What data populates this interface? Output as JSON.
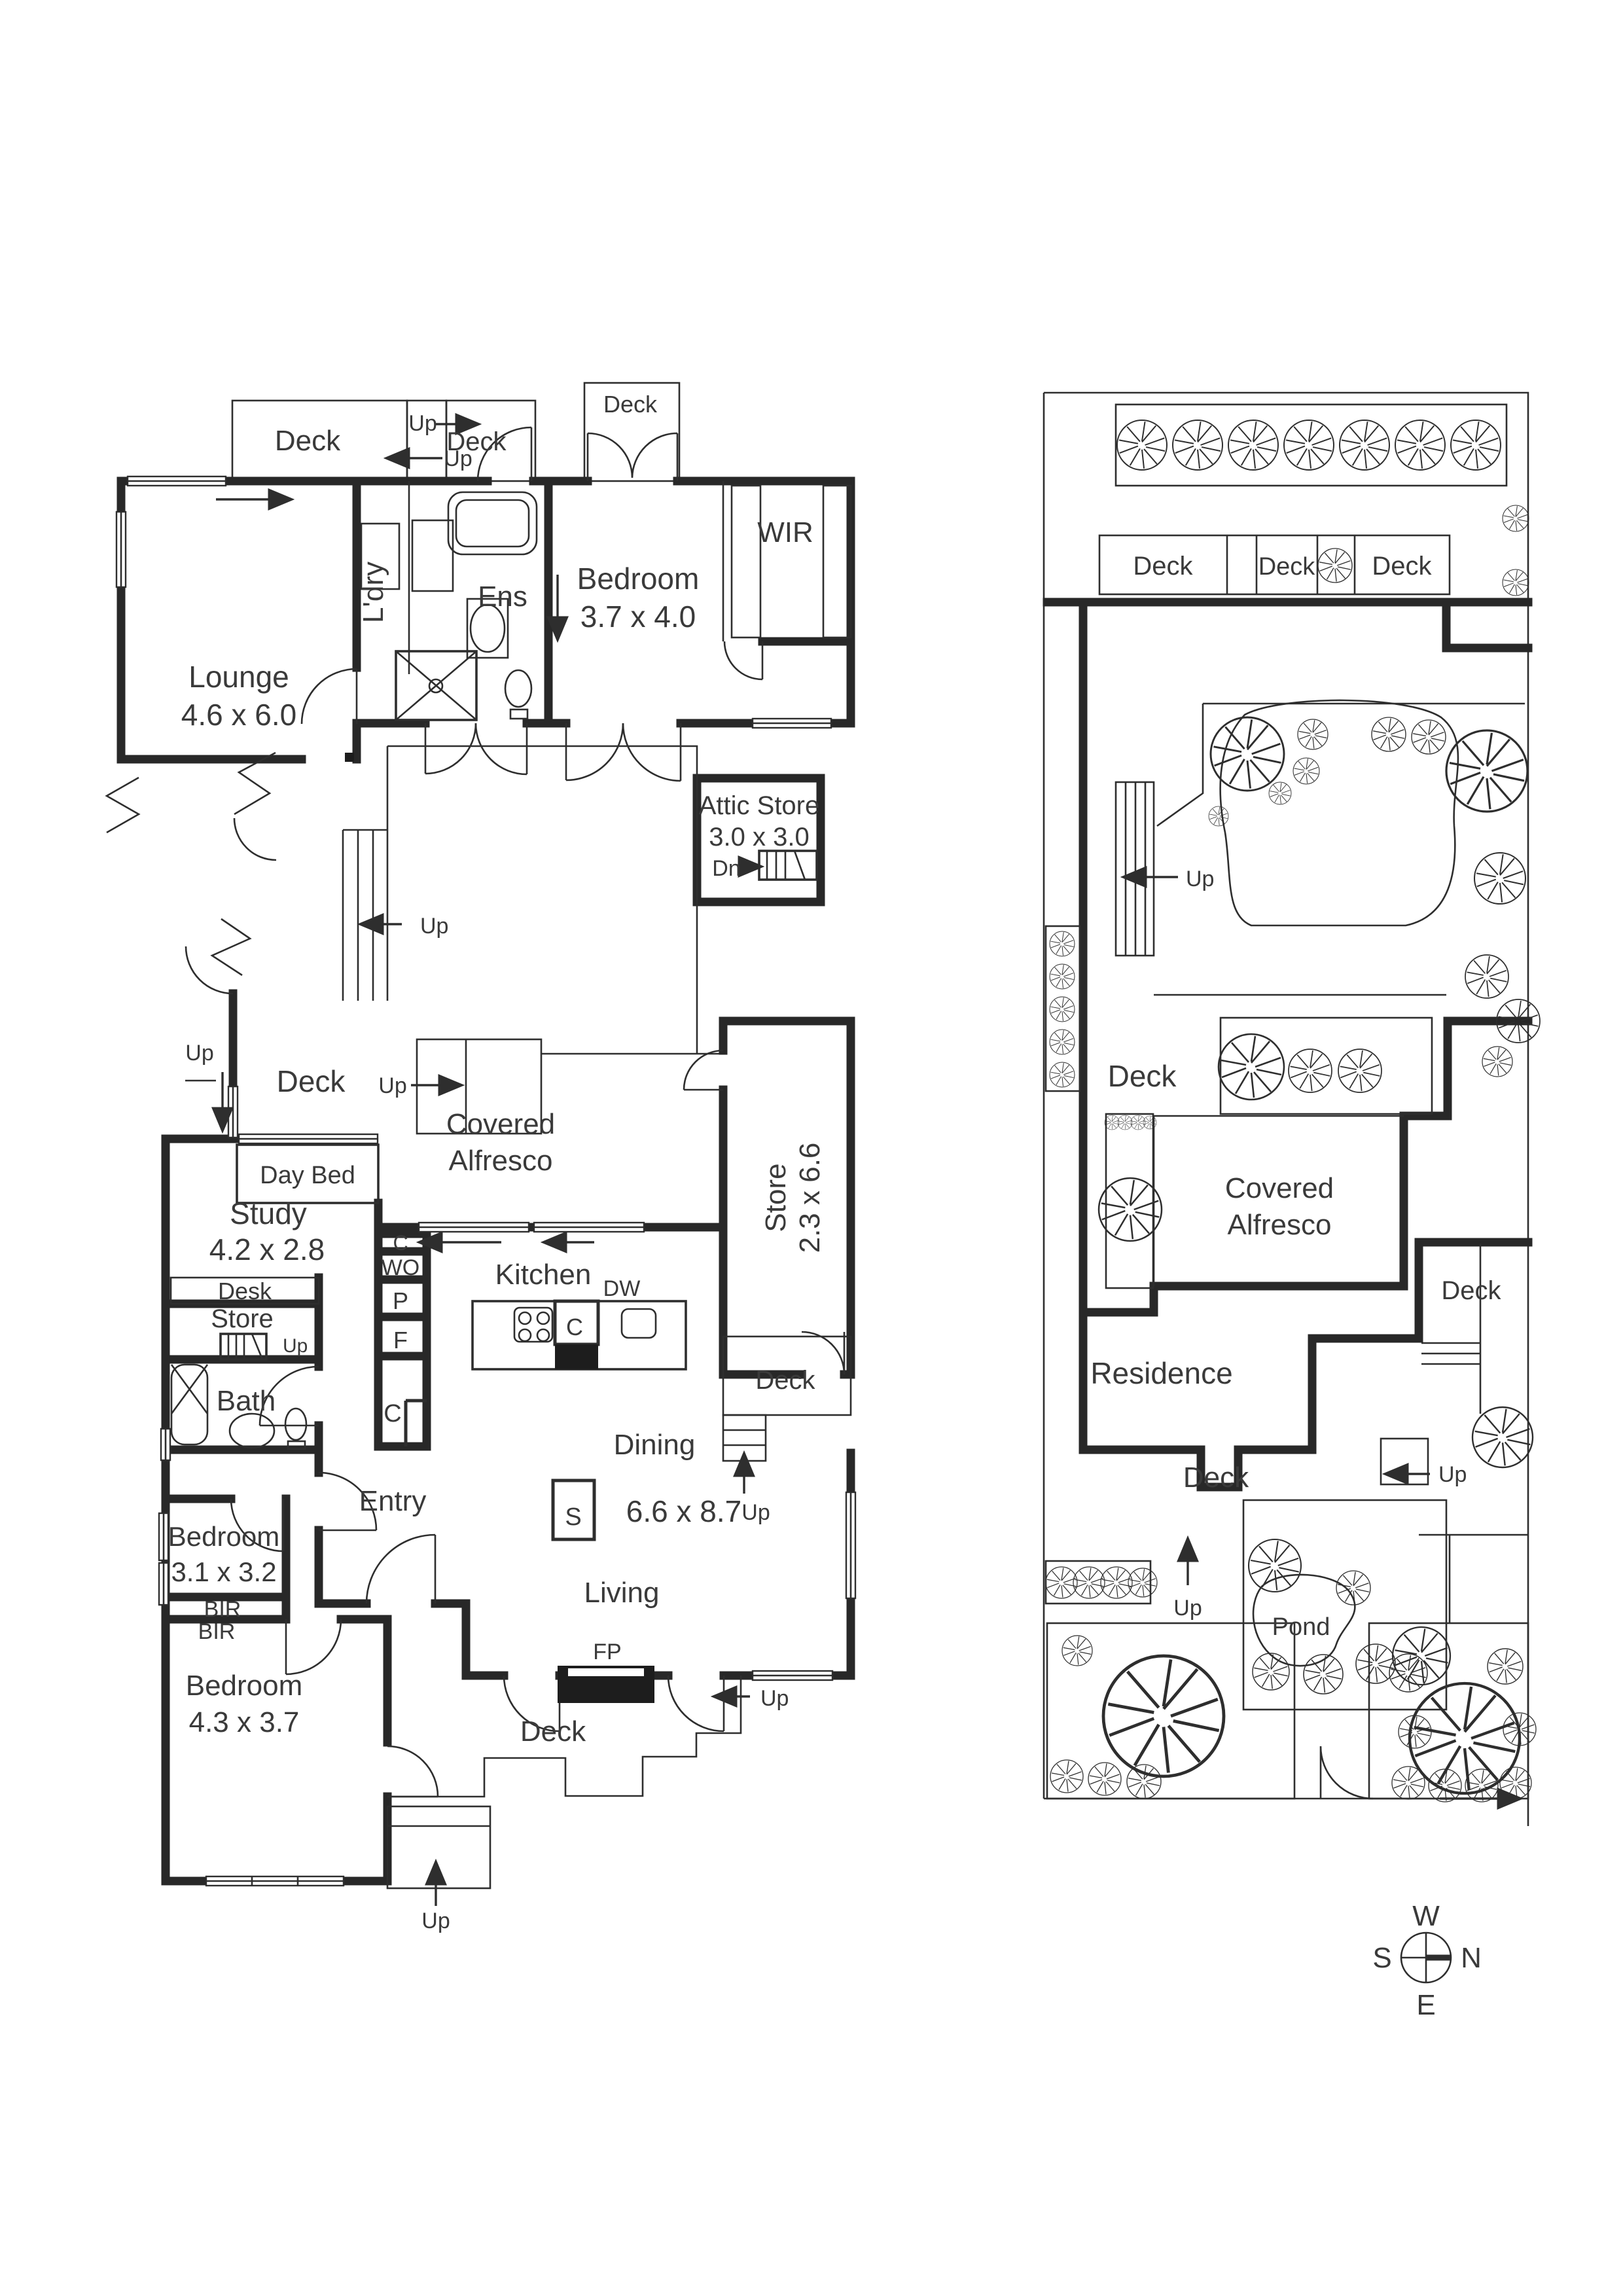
{
  "document": {
    "type": "floor-plan",
    "ink_color": "#2b2b2b",
    "paper_color": "#ffffff"
  },
  "labels": {
    "deck": "Deck",
    "up": "Up",
    "dn": "Dn",
    "ldry": "L'dry",
    "ens": "Ens",
    "wir": "WIR",
    "bedroom": "Bedroom",
    "lounge": "Lounge",
    "lounge_dims": "4.6 x 6.0",
    "bed1_dims": "3.7 x 4.0",
    "attic": "Attic Store",
    "attic_dims": "3.0 x 3.0",
    "day_bed": "Day Bed",
    "covered": "Covered",
    "alfresco": "Alfresco",
    "store": "Store",
    "store_dims": "2.3 x 6.6",
    "study": "Study",
    "study_dims": "4.2 x 2.8",
    "desk": "Desk",
    "bath": "Bath",
    "kitchen": "Kitchen",
    "dw": "DW",
    "c": "C",
    "wo": "WO",
    "p": "P",
    "f": "F",
    "s": "S",
    "dining": "Dining",
    "living": "Living",
    "living_dims": "6.6 x 8.7",
    "entry": "Entry",
    "fp": "FP",
    "bir": "BIR",
    "bed2_dims": "3.1 x 3.2",
    "bed3_dims": "4.3 x 3.7",
    "residence": "Residence",
    "pond": "Pond"
  },
  "compass": {
    "n": "N",
    "s": "S",
    "e": "E",
    "w": "W"
  }
}
